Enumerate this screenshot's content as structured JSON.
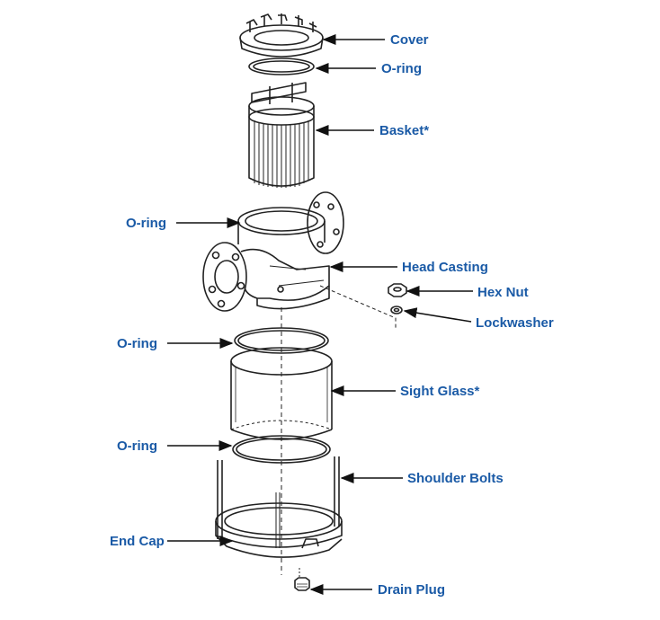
{
  "colors": {
    "label": "#1a5aa6",
    "arrow": "#111111",
    "drawing": "#222222"
  },
  "labels": {
    "cover": "Cover",
    "oring_top": "O-ring",
    "basket": "Basket*",
    "oring_head": "O-ring",
    "head_casting": "Head Casting",
    "hex_nut": "Hex Nut",
    "lockwasher": "Lockwasher",
    "oring_upper_glass": "O-ring",
    "sight_glass": "Sight Glass*",
    "oring_lower_glass": "O-ring",
    "shoulder_bolts": "Shoulder Bolts",
    "end_cap": "End Cap",
    "drain_plug": "Drain Plug"
  }
}
